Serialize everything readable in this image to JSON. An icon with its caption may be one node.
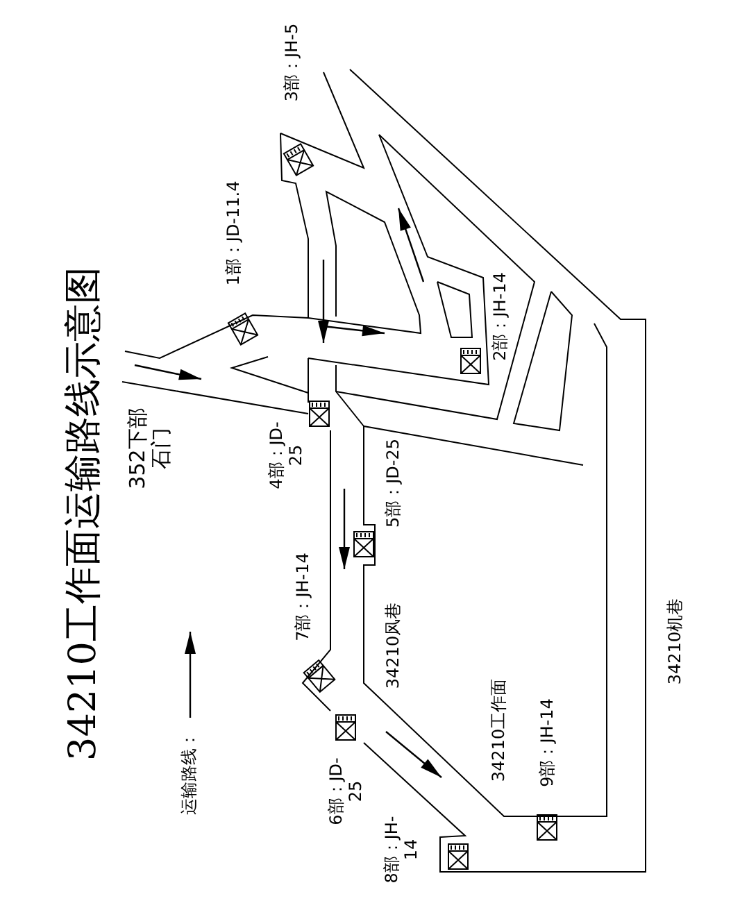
{
  "diagram": {
    "title": "34210工作面运输路线示意图",
    "labels": [
      "3部：JH-5",
      "1部：JD-11.4",
      "352下部石门",
      "2部：JH-14",
      "4部：JD-25",
      "5部：JD-25",
      "7部：JH-14",
      "34210风巷",
      "6部：JD-25",
      "8部：JH-14",
      "34210工作面",
      "9部：JH-14",
      "34210机巷"
    ],
    "legend": [
      {
        "text": "运输路线："
      }
    ]
  }
}
